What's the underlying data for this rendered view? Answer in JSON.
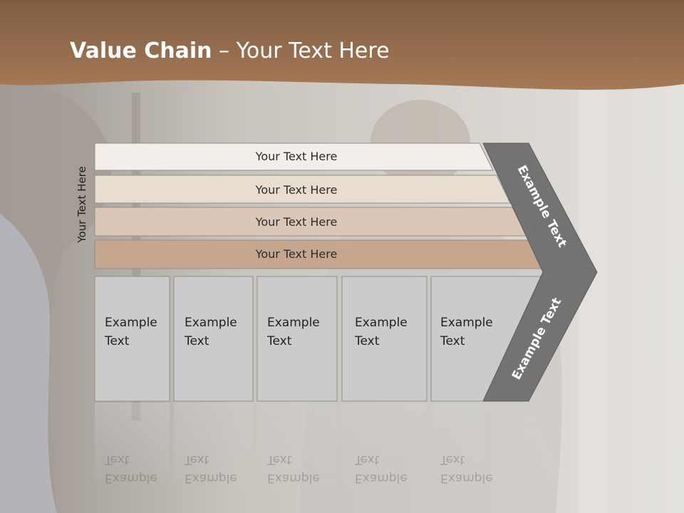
{
  "slide": {
    "title_bold": "Value Chain",
    "title_rest": " – Your Text Here",
    "side_label": "Your Text Here"
  },
  "bars": [
    {
      "label": "Your Text Here",
      "color": "#f3eeea"
    },
    {
      "label": "Your Text Here",
      "color": "#e9ddd2"
    },
    {
      "label": "Your Text Here",
      "color": "#dac7b6"
    },
    {
      "label": "Your Text Here",
      "color": "#c5a78f"
    }
  ],
  "boxes": [
    {
      "line1": "Example",
      "line2": "Text"
    },
    {
      "line1": "Example",
      "line2": "Text"
    },
    {
      "line1": "Example",
      "line2": "Text"
    },
    {
      "line1": "Example",
      "line2": "Text"
    },
    {
      "line1": "Example",
      "line2": "Text"
    }
  ],
  "chevron": {
    "upper_label": "Example Text",
    "lower_label": "Example Text",
    "color": "#737373"
  },
  "colors": {
    "header": "#9e7453",
    "box_fill": "#cbcbcb"
  }
}
